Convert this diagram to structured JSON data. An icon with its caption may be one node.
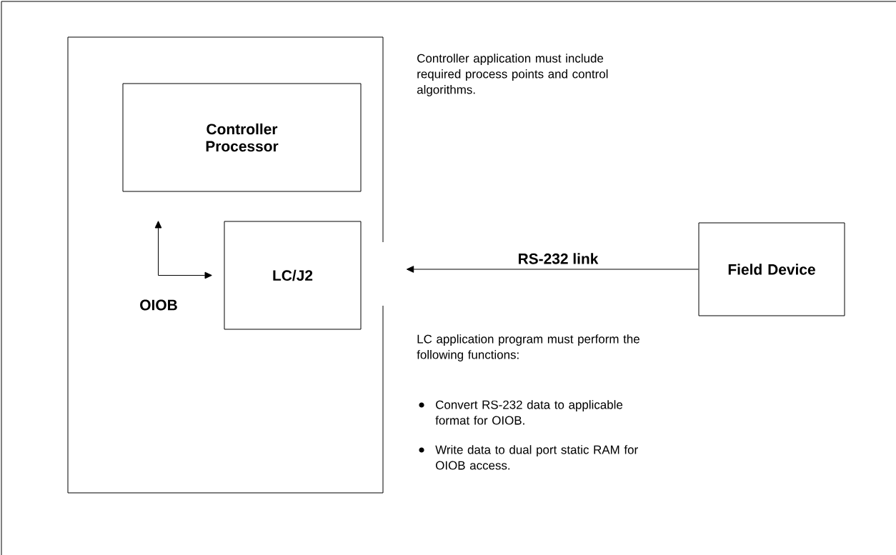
{
  "diagram": {
    "nodes": [
      {
        "text": [],
        "shape": "box"
      },
      {
        "text": [
          "Controller Processor"
        ],
        "in": 0
      },
      {
        "text": [
          "LC/J2"
        ],
        "in": 0
      },
      {
        "text": [
          "Field Device"
        ]
      }
    ],
    "edges": [
      {
        "from": 2,
        "to": 1,
        "arrow": "both",
        "label": "OIOB"
      },
      {
        "from": 3,
        "to": 0,
        "arrow": "to",
        "label": "RS-232 link"
      }
    ],
    "labels": [
      "Controller application must include required process points and control algorithms.",
      "LC application program must perform the following functions:",
      "Convert RS-232 data to applicable format for OIOB.",
      "Write data to dual port static RAM for OIOB access."
    ]
  }
}
